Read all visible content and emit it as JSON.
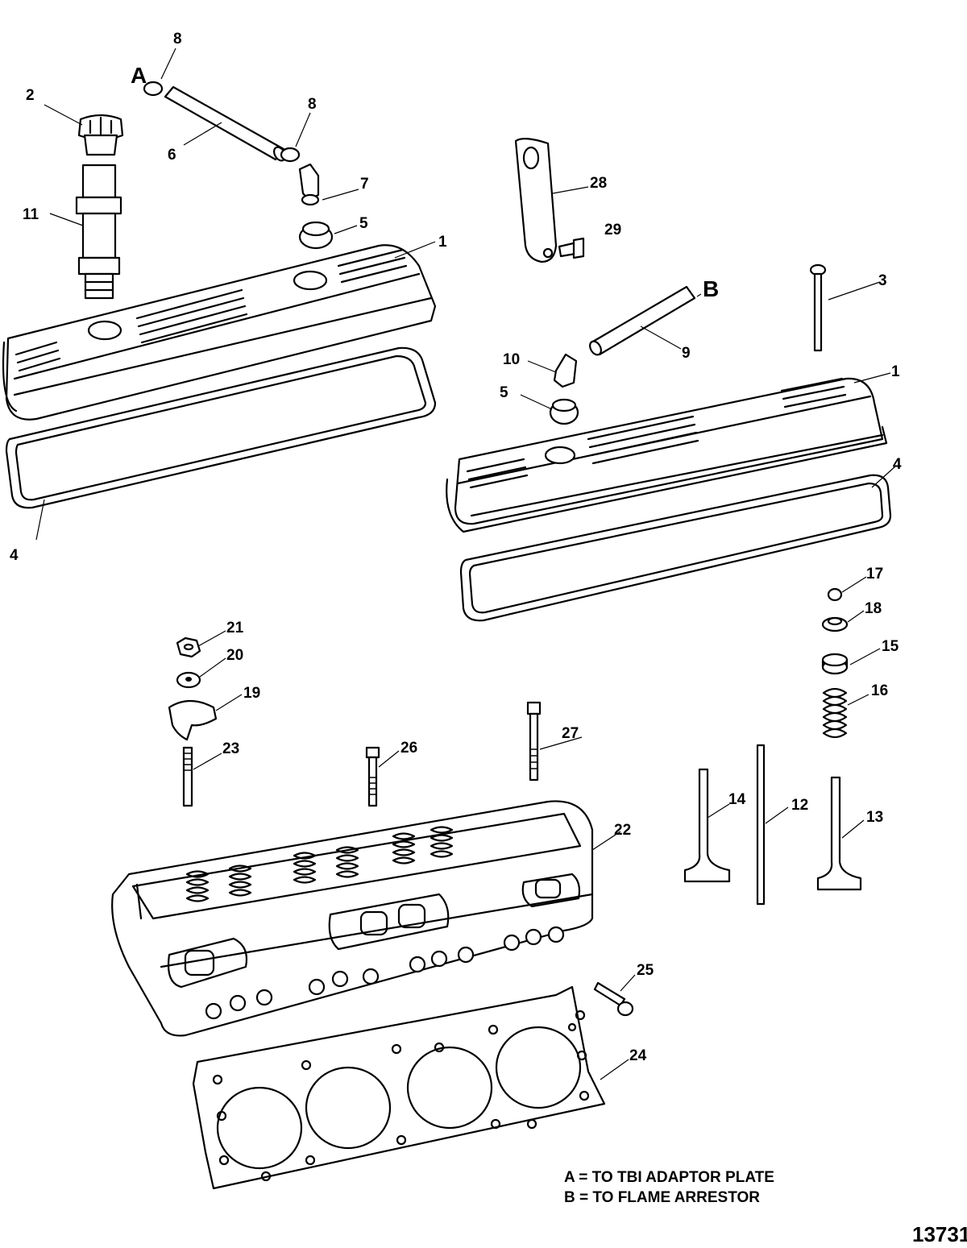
{
  "callouts": {
    "c1": "1",
    "c2": "2",
    "c3": "3",
    "c4": "4",
    "c5": "5",
    "c6": "6",
    "c7": "7",
    "c8": "8",
    "c9": "9",
    "c10": "10",
    "c11": "11",
    "c12": "12",
    "c13": "13",
    "c14": "14",
    "c15": "15",
    "c16": "16",
    "c17": "17",
    "c18": "18",
    "c19": "19",
    "c20": "20",
    "c21": "21",
    "c22": "22",
    "c23": "23",
    "c24": "24",
    "c25": "25",
    "c26": "26",
    "c27": "27",
    "c28": "28",
    "c29": "29",
    "letter_a": "A",
    "letter_b": "B"
  },
  "legend": {
    "a": "A = TO TBI ADAPTOR PLATE",
    "b": "B = TO FLAME ARRESTOR"
  },
  "figure_number": "13731"
}
